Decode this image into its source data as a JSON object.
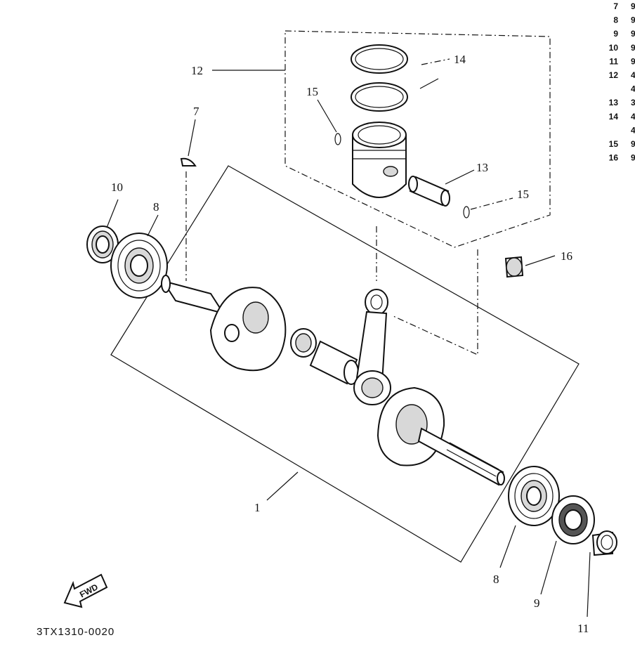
{
  "callouts": {
    "c1": "1",
    "c7": "7",
    "c8a": "8",
    "c8b": "8",
    "c9": "9",
    "c10": "10",
    "c11": "11",
    "c12": "12",
    "c13": "13",
    "c14": "14",
    "c15a": "15",
    "c15b": "15",
    "c16": "16"
  },
  "parts_index": [
    {
      "no": "7",
      "code": "9"
    },
    {
      "no": "8",
      "code": "9"
    },
    {
      "no": "9",
      "code": "9"
    },
    {
      "no": "10",
      "code": "9"
    },
    {
      "no": "11",
      "code": "9"
    },
    {
      "no": "12",
      "code": "4"
    },
    {
      "no": "",
      "code": "4"
    },
    {
      "no": "13",
      "code": "3"
    },
    {
      "no": "14",
      "code": "4"
    },
    {
      "no": "",
      "code": "4"
    },
    {
      "no": "15",
      "code": "9"
    },
    {
      "no": "16",
      "code": "9"
    }
  ],
  "footer": {
    "diagram_code": "3TX1310-0020",
    "fwd_label": "FWD"
  }
}
